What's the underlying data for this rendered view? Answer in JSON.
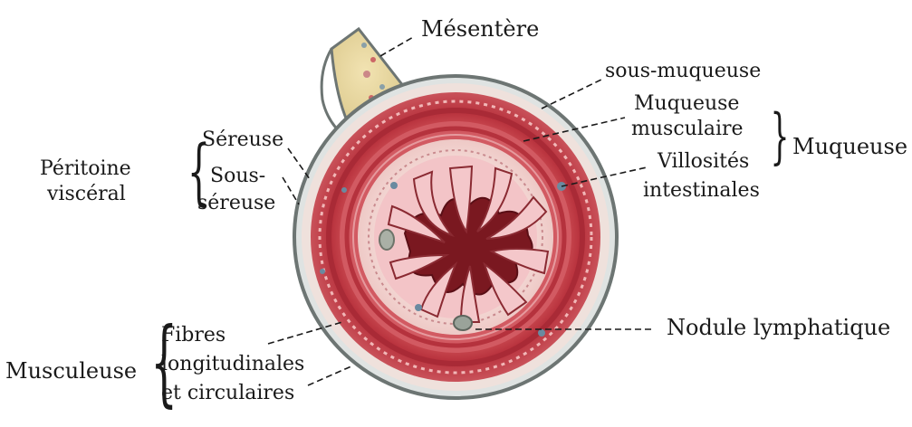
{
  "labels": {
    "mesentere": "Mésentère",
    "sous_muqueuse": "sous-muqueuse",
    "muqueuse_musculaire_1": "Muqueuse",
    "muqueuse_musculaire_2": "musculaire",
    "muqueuse": "Muqueuse",
    "villosites_1": "Villosités",
    "villosites_2": "intestinales",
    "sereuse": "Séreuse",
    "sous_sereuse_1": "Sous-",
    "sous_sereuse_2": "séreuse",
    "peritoine_1": "Péritoine",
    "peritoine_2": "viscéral",
    "nodule": "Nodule lymphatique",
    "fibres_1": "Fibres",
    "fibres_2": "longitudinales",
    "fibres_3": "et circulaires",
    "musculeuse": "Musculeuse"
  },
  "colors": {
    "serosa": "#7f8d8a",
    "muscle": "#c4404a",
    "muscle_light": "#e79a9a",
    "submucosa": "#f4dcd8",
    "mucosa": "#f0b8bd",
    "lumen": "#7a1820",
    "mesentery": "#e8d6a0"
  }
}
